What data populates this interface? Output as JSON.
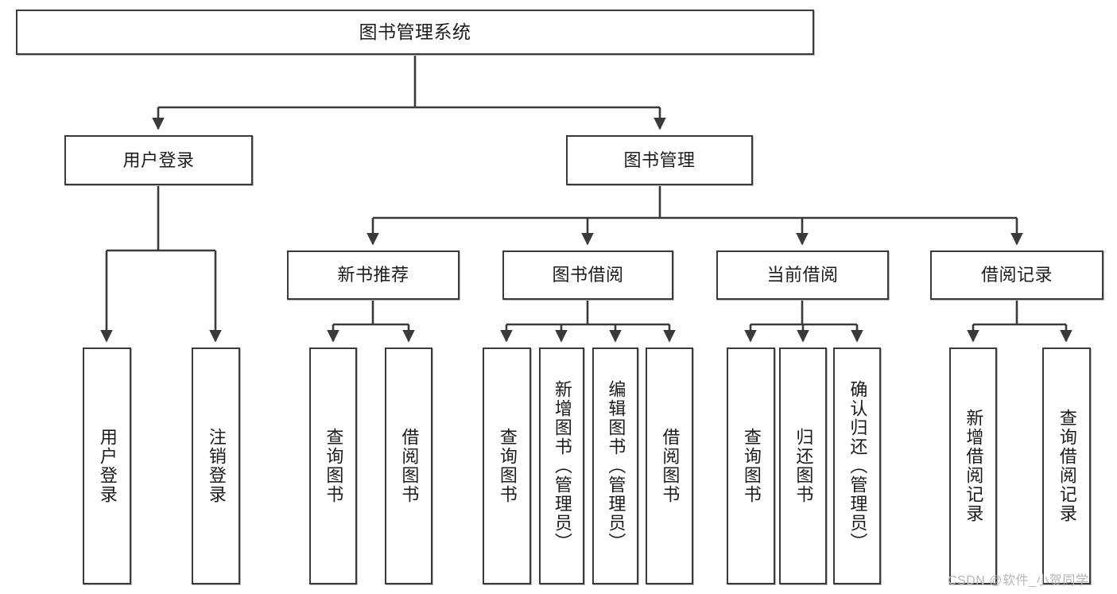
{
  "diagram": {
    "title": "图书管理系统",
    "type": "tree-hierarchy",
    "watermark": "CSDN @软件_小贺同学",
    "colors": {
      "background": "#ffffff",
      "box_border": "#3a3a3a",
      "box_fill": "#ffffff",
      "connector": "#3a3a3a",
      "text": "#1c1c1c",
      "watermark": "#b6b6b6"
    },
    "root": {
      "label": "图书管理系统"
    },
    "level2": [
      {
        "label": "用户登录"
      },
      {
        "label": "图书管理"
      }
    ],
    "level3": [
      {
        "label": "新书推荐"
      },
      {
        "label": "图书借阅"
      },
      {
        "label": "当前借阅"
      },
      {
        "label": "借阅记录"
      }
    ],
    "leaves": {
      "user_login": [
        {
          "label": "用户登录"
        },
        {
          "label": "注销登录"
        }
      ],
      "new_book_recommend": [
        {
          "label": "查询图书"
        },
        {
          "label": "借阅图书"
        }
      ],
      "book_borrow": [
        {
          "label": "查询图书"
        },
        {
          "label": "新增图书（管理员）"
        },
        {
          "label": "编辑图书（管理员）"
        },
        {
          "label": "借阅图书"
        }
      ],
      "current_borrow": [
        {
          "label": "查询图书"
        },
        {
          "label": "归还图书"
        },
        {
          "label": "确认归还（管理员）"
        }
      ],
      "borrow_record": [
        {
          "label": "新增借阅记录"
        },
        {
          "label": "查询借阅记录"
        }
      ]
    }
  }
}
